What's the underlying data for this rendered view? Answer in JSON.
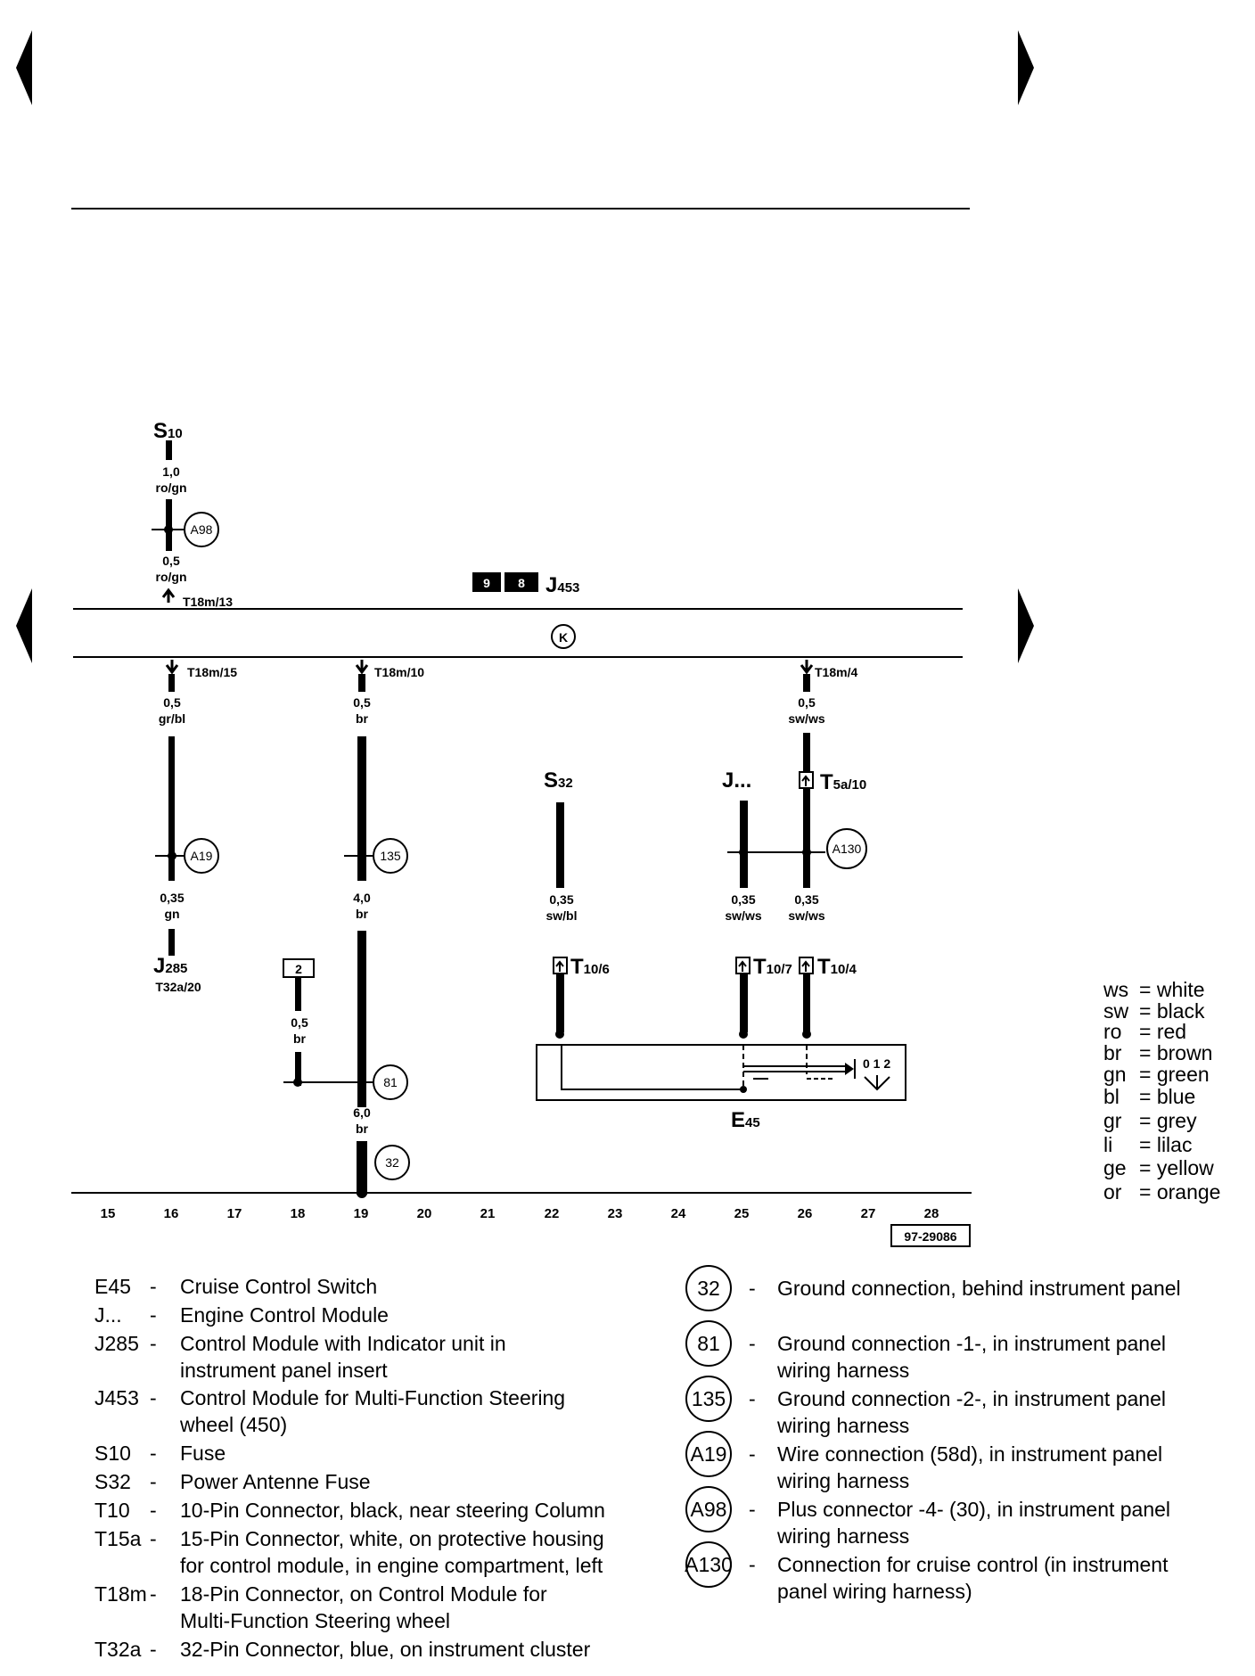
{
  "diagram": {
    "doc_id": "97-29086",
    "relay_box": {
      "left": "9",
      "right": "8",
      "component": "J",
      "sub": "453"
    },
    "k_symbol": "K",
    "components": {
      "s10": {
        "main": "S",
        "sub": "10"
      },
      "s32": {
        "main": "S",
        "sub": "32"
      },
      "j_dots": "J...",
      "j285": {
        "main": "J",
        "sub": "285"
      },
      "t32a": "T32a/20",
      "t5a": {
        "main": "T",
        "sub": "5a/10"
      },
      "t10_6": {
        "main": "T",
        "sub": "10/6"
      },
      "t10_7": {
        "main": "T",
        "sub": "10/7"
      },
      "t10_4": {
        "main": "T",
        "sub": "10/4"
      },
      "e45": {
        "main": "E",
        "sub": "45"
      },
      "switch_positions": "0 1 2",
      "box_2": "2"
    },
    "connectors": {
      "t18m13": "T18m/13",
      "t18m15": "T18m/15",
      "t18m10": "T18m/10",
      "t18m4": "T18m/4"
    },
    "wires": {
      "w_s10_size": "1,0",
      "w_s10_color": "ro/gn",
      "w_a98_size": "0,5",
      "w_a98_color": "ro/gn",
      "w16a_size": "0,5",
      "w16a_color": "gr/bl",
      "w16b_size": "0,35",
      "w16b_color": "gn",
      "w19a_size": "0,5",
      "w19a_color": "br",
      "w19b_size": "4,0",
      "w19b_color": "br",
      "w19c_size": "6,0",
      "w19c_color": "br",
      "w18_size": "0,5",
      "w18_color": "br",
      "w22_size": "0,35",
      "w22_color": "sw/bl",
      "w25_size": "0,35",
      "w25_color": "sw/ws",
      "w26a_size": "0,5",
      "w26a_color": "sw/ws",
      "w26b_size": "0,35",
      "w26b_color": "sw/ws"
    },
    "junctions": {
      "a98": "A98",
      "a19": "A19",
      "n135": "135",
      "a130": "A130",
      "n81": "81",
      "n32": "32"
    },
    "columns": [
      "15",
      "16",
      "17",
      "18",
      "19",
      "20",
      "21",
      "22",
      "23",
      "24",
      "25",
      "26",
      "27",
      "28"
    ]
  },
  "color_legend": [
    {
      "code": "ws",
      "name": "white"
    },
    {
      "code": "sw",
      "name": "black"
    },
    {
      "code": "ro",
      "name": "red"
    },
    {
      "code": "br",
      "name": "brown"
    },
    {
      "code": "gn",
      "name": "green"
    },
    {
      "code": "bl",
      "name": "blue"
    },
    {
      "code": "gr",
      "name": "grey"
    },
    {
      "code": "li",
      "name": "lilac"
    },
    {
      "code": "ge",
      "name": "yellow"
    },
    {
      "code": "or",
      "name": "orange"
    }
  ],
  "component_legend": [
    {
      "code": "E45",
      "sep": "-",
      "line1": "Cruise Control Switch",
      "line2": ""
    },
    {
      "code": "J...",
      "sep": "-",
      "line1": "Engine Control Module",
      "line2": ""
    },
    {
      "code": "J285",
      "sep": "-",
      "line1": "Control Module with Indicator unit in",
      "line2": "instrument panel insert"
    },
    {
      "code": "J453",
      "sep": "-",
      "line1": "Control Module for Multi-Function Steering",
      "line2": "wheel (450)"
    },
    {
      "code": "S10",
      "sep": "-",
      "line1": "Fuse",
      "line2": ""
    },
    {
      "code": "S32",
      "sep": "-",
      "line1": "Power Antenne Fuse",
      "line2": ""
    },
    {
      "code": "T10",
      "sep": "-",
      "line1": "10-Pin Connector, black, near steering Column",
      "line2": ""
    },
    {
      "code": "T15a",
      "sep": "-",
      "line1": "15-Pin Connector, white, on protective housing",
      "line2": "for control module, in engine compartment, left"
    },
    {
      "code": "T18m",
      "sep": "-",
      "line1": "18-Pin Connector, on Control Module for",
      "line2": "Multi-Function Steering wheel"
    },
    {
      "code": "T32a",
      "sep": "-",
      "line1": "32-Pin Connector, blue, on instrument cluster",
      "line2": ""
    }
  ],
  "ground_legend": [
    {
      "symbol": "32",
      "sep": "-",
      "line1": "Ground connection, behind instrument panel",
      "line2": ""
    },
    {
      "symbol": "81",
      "sep": "-",
      "line1": "Ground connection -1-, in instrument panel",
      "line2": "wiring harness"
    },
    {
      "symbol": "135",
      "sep": "-",
      "line1": "Ground connection -2-, in instrument panel",
      "line2": "wiring harness"
    },
    {
      "symbol": "A19",
      "sep": "-",
      "line1": "Wire connection (58d), in instrument panel",
      "line2": "wiring harness"
    },
    {
      "symbol": "A98",
      "sep": "-",
      "line1": "Plus connector -4- (30), in instrument panel",
      "line2": "wiring harness"
    },
    {
      "symbol": "A130",
      "sep": "-",
      "line1": "Connection for cruise control (in instrument",
      "line2": "panel wiring harness)"
    }
  ]
}
